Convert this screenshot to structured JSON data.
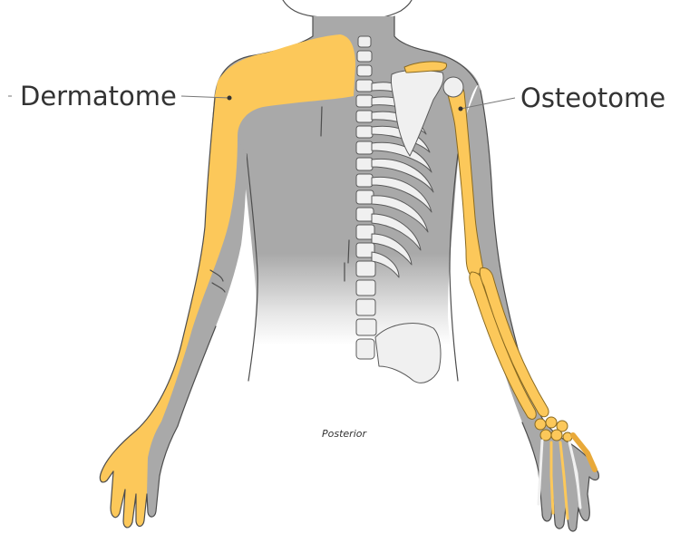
{
  "labels": {
    "dermatome": "Dermatome",
    "osteotome": "Osteotome",
    "view": "Posterior"
  },
  "colors": {
    "highlight": "#fcc85a",
    "skin": "#a9a9a9",
    "bone": "#f0f0f0",
    "outline": "#4d4d4d"
  }
}
